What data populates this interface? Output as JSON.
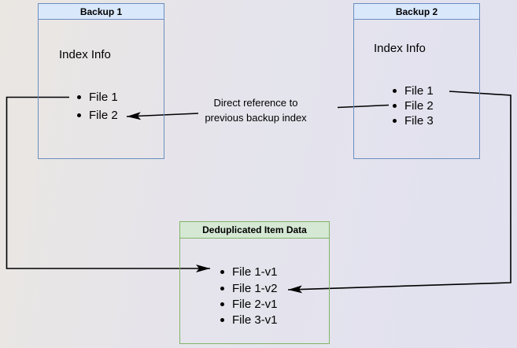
{
  "diagram": {
    "backup1": {
      "title": "Backup 1",
      "subtitle": "Index Info",
      "items": [
        "File 1",
        "File 2"
      ]
    },
    "backup2": {
      "title": "Backup 2",
      "subtitle": "Index Info",
      "items": [
        "File 1",
        "File 2",
        "File 3"
      ]
    },
    "dedup": {
      "title": "Deduplicated Item Data",
      "items": [
        "File 1-v1",
        "File 1-v2",
        "File 2-v1",
        "File 3-v1"
      ]
    },
    "annotation": {
      "line1": "Direct reference to",
      "line2": "previous backup index"
    }
  },
  "colors": {
    "backup_header_fill": "#dae8fc",
    "backup_border": "#6c8ebf",
    "dedup_header_fill": "#d5e8d4",
    "dedup_border": "#82b366",
    "arrow": "#000000",
    "text": "#000000"
  }
}
